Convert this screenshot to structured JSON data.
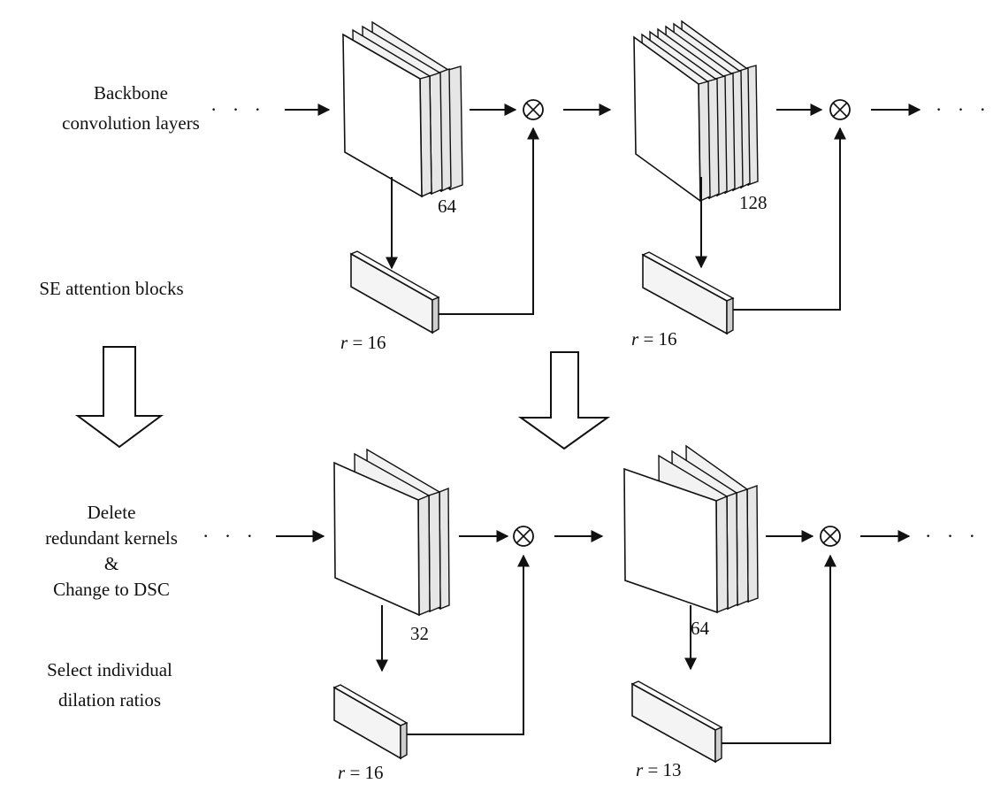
{
  "labels": {
    "backbone_line1": "Backbone",
    "backbone_line2": "convolution layers",
    "se_blocks": "SE attention blocks",
    "delete_line1": "Delete",
    "delete_line2": "redundant kernels",
    "delete_line3": "&",
    "delete_line4": "Change to DSC",
    "select_line1": "Select  individual",
    "select_line2": "dilation ratios"
  },
  "ellipsis": "· · ·",
  "top_row": {
    "block1": {
      "channels": "64",
      "r_var": "r",
      "r_eq": " = 16"
    },
    "block2": {
      "channels": "128",
      "r_var": "r",
      "r_eq": " = 16"
    }
  },
  "bottom_row": {
    "block1": {
      "channels": "32",
      "r_var": "r",
      "r_eq": " = 16"
    },
    "block2": {
      "channels": "64",
      "r_var": "r",
      "r_eq": " = 13"
    }
  },
  "symbols": {
    "multiply": "otimes-operator",
    "transform": "hollow-down-arrow"
  }
}
